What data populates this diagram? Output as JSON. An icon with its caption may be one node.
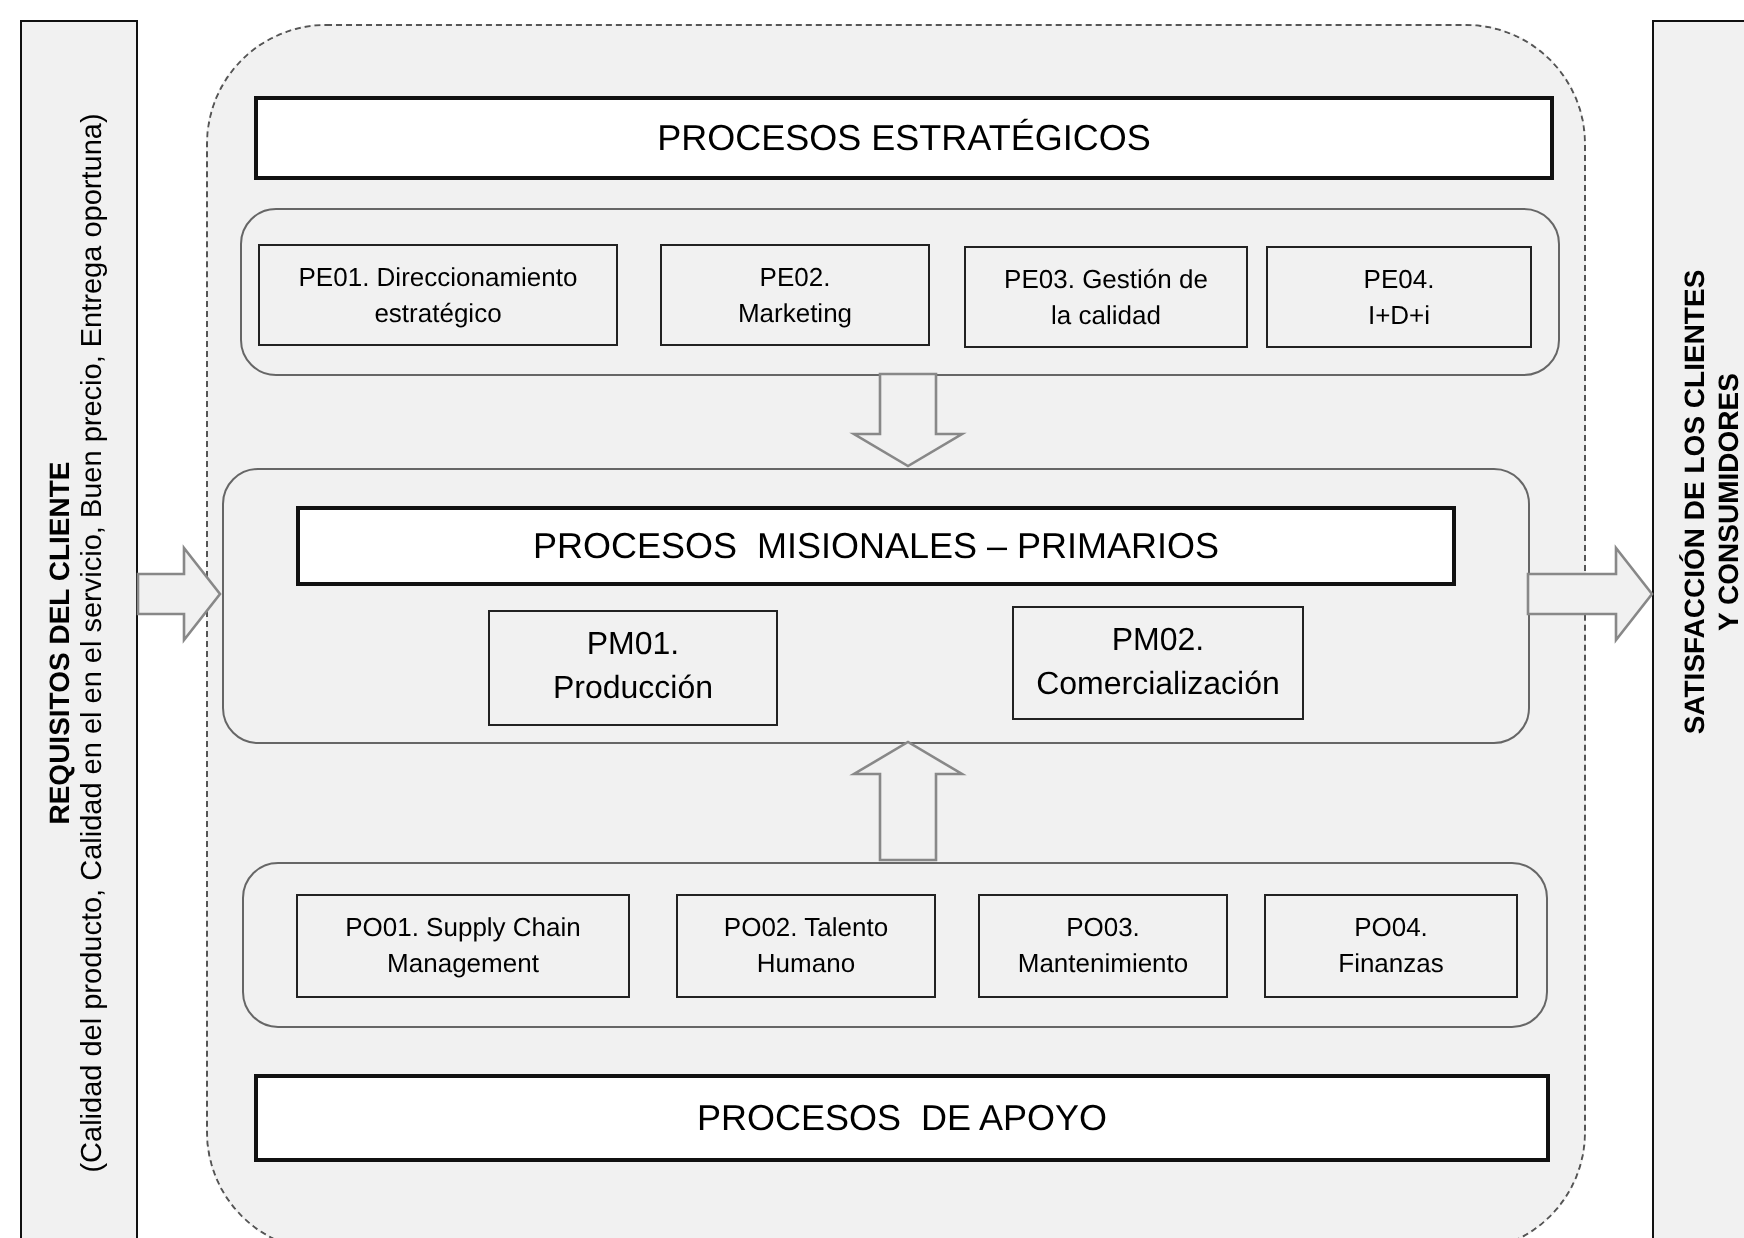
{
  "diagram": {
    "nodes": [
      {
        "text": [
          "REQUISITOS DEL CLIENTE",
          "(Calidad del producto, Calidad en el en el servicio, Buen precio, Entrega oportuna)"
        ]
      },
      {
        "text": [],
        "shape": "box"
      },
      {
        "text": [
          "PROCESOS ESTRATÉGICOS"
        ],
        "in": 1
      },
      {
        "text": [],
        "shape": "box",
        "in": 1
      },
      {
        "text": [
          "PE01. Direccionamiento estratégico"
        ],
        "in": 3
      },
      {
        "text": [
          "PE02. Marketing"
        ],
        "in": 3
      },
      {
        "text": [
          "PE03. Gestión de la calidad"
        ],
        "in": 3
      },
      {
        "text": [
          "PE04. I+D+i"
        ],
        "in": 3
      },
      {
        "text": [],
        "shape": "box",
        "in": 1
      },
      {
        "text": [
          "PROCESOS  MISIONALES – PRIMARIOS"
        ],
        "in": 8
      },
      {
        "text": [
          "PM01. Producción"
        ],
        "in": 8
      },
      {
        "text": [
          "PM02. Comercialización"
        ],
        "in": 8
      },
      {
        "text": [],
        "shape": "box",
        "in": 1
      },
      {
        "text": [
          "PO01. Supply Chain Management"
        ],
        "in": 12
      },
      {
        "text": [
          "PO02. Talento Humano"
        ],
        "in": 12
      },
      {
        "text": [
          "PO03. Mantenimiento"
        ],
        "in": 12
      },
      {
        "text": [
          "PO04. Finanzas"
        ],
        "in": 12
      },
      {
        "text": [
          "PROCESOS  DE APOYO"
        ],
        "in": 1
      },
      {
        "text": [
          "SATISFACCIÓN DE LOS CLIENTES Y CONSUMIDORES"
        ]
      }
    ],
    "edges": [
      {
        "from": 0,
        "to": 8,
        "arrow": "to"
      },
      {
        "from": 3,
        "to": 8,
        "arrow": "to"
      },
      {
        "from": 12,
        "to": 8,
        "arrow": "to"
      },
      {
        "from": 8,
        "to": 18,
        "arrow": "to"
      }
    ]
  }
}
